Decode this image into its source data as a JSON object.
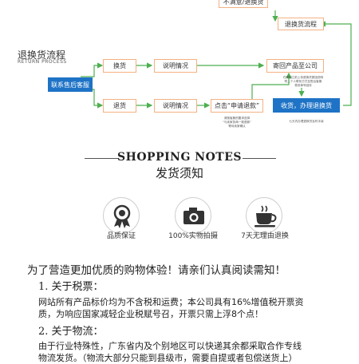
{
  "process": {
    "top_box_1": "不满意/退换货",
    "top_box_2": "退换货流程",
    "title_cn": "退换货流程",
    "title_en": "RETURN PROCESS",
    "contact": "联系售后客服",
    "exchange": "换货",
    "refund": "退货",
    "explain": "说明情况",
    "apply": "点击“申请退款”",
    "apply_note_1": "请按客服的要求选择",
    "apply_note_2": "“与卖家协商一致退款”",
    "apply_note_3": "等待卖家确认",
    "send_back": "寄回产品至公司",
    "send_note_1": "在寄回之前上传退换货原因说明",
    "send_note_2": "附上个人联系方式至售后客服",
    "send_note_3": "物流单号回传",
    "receive": "收货，办理退换货",
    "receive_note": "七天内办理退换货及时手续"
  },
  "notes": {
    "title_en": "SHOPPING NOTES",
    "title_cn": "发货须知"
  },
  "features": [
    {
      "icon": "quality-medal-icon",
      "label": "品质保证"
    },
    {
      "icon": "camera-icon",
      "label": "100%实物拍摄"
    },
    {
      "icon": "coffee-cup-icon",
      "label": "7天无理由退换"
    }
  ],
  "body": {
    "heading": "为了营造更加优质的购物体验！请亲们认真阅读需知！",
    "s1_title": "1. 关于税票：",
    "s1_line1": "网站所有产品标价均为不含税和运费；本公司具有16%增值税开票资",
    "s1_line2": "质，为响应国家减轻企业税赋号召，开票只需上浮8个点！",
    "s2_title": "2. 关于物流：",
    "s2_line1": "由于行业特殊性，广东省内及个别地区可以快递其余都采取合作专线",
    "s2_line2": "物流发货。（物流大部分只能到县级市，需要自提或者包偿送货上）"
  },
  "colors": {
    "accent_blue": "#1e73c6",
    "box_border": "#f4b183",
    "arrow_green": "#4caf50"
  }
}
